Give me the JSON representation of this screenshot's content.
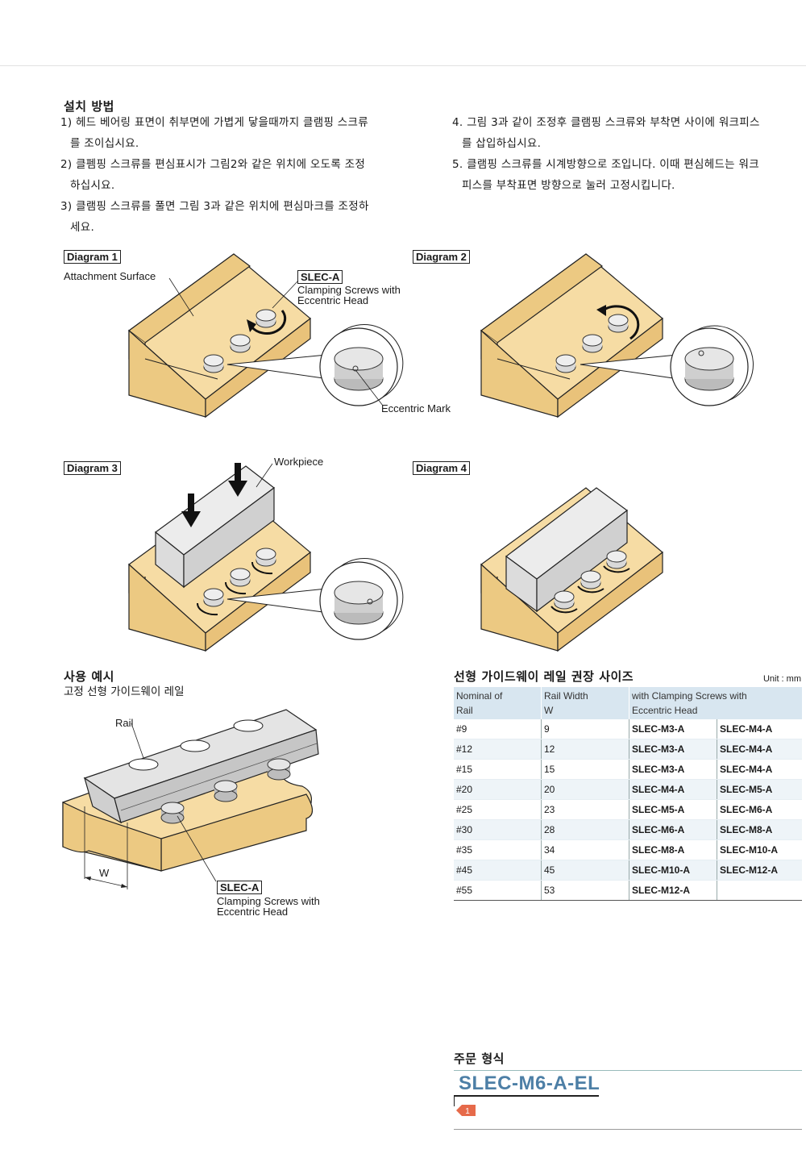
{
  "install": {
    "title": "설치 방법",
    "steps": [
      {
        "num": "1)",
        "line1": "헤드 베어링 표면이 취부면에 가볍게 닿을때까지 클램핑 스크류",
        "line2": "를 조이십시요."
      },
      {
        "num": "2)",
        "line1": "클펨핑 스크류를 편심표시가 그림2와 같은 위치에 오도록 조정",
        "line2": "하십시요."
      },
      {
        "num": "3)",
        "line1": "클램핑 스크류를 풀면 그림 3과 같은 위치에 편심마크를 조정하",
        "line2": "세요."
      },
      {
        "num": "4.",
        "line1": "그림 3과 같이 조정후 클램핑 스크류와 부착면 사이에 워크피스",
        "line2": "를 삽입하십시요."
      },
      {
        "num": "5.",
        "line1": "클램핑 스크류를 시계방향으로 조입니다. 이때 편심헤드는 워크",
        "line2": "피스를 부착표면 방향으로 눌러 고정시킵니다."
      }
    ]
  },
  "diagrams": {
    "d1": {
      "label": "Diagram 1",
      "attachment": "Attachment  Surface",
      "code": "SLEC-A",
      "desc1": "Clamping Screws with",
      "desc2": "Eccentric Head",
      "mark": "Eccentric Mark"
    },
    "d2": {
      "label": "Diagram 2"
    },
    "d3": {
      "label": "Diagram 3",
      "workpiece": "Workpiece"
    },
    "d4": {
      "label": "Diagram 4"
    }
  },
  "example": {
    "title": "사용 예시",
    "subtitle": "고정 선형 가이드웨이 레일",
    "rail": "Rail",
    "w": "W",
    "code": "SLEC-A",
    "desc1": "Clamping Screws with",
    "desc2": "Eccentric Head"
  },
  "sizes": {
    "title": "선형 가이드웨이 레일 권장 사이즈",
    "unit": "Unit : mm",
    "headers": {
      "h1a": "Nominal of",
      "h1b": "Rail",
      "h2a": "Rail Width",
      "h2b": "W",
      "h3a": "with Clamping Screws with",
      "h3b": "Eccentric Head"
    },
    "rows": [
      {
        "rail": "#9",
        "w": " 9",
        "a": "SLEC-M3-A",
        "b": "SLEC-M4-A"
      },
      {
        "rail": "#12",
        "w": "12",
        "a": "SLEC-M3-A",
        "b": "SLEC-M4-A"
      },
      {
        "rail": "#15",
        "w": "15",
        "a": "SLEC-M3-A",
        "b": "SLEC-M4-A"
      },
      {
        "rail": "#20",
        "w": "20",
        "a": "SLEC-M4-A",
        "b": "SLEC-M5-A"
      },
      {
        "rail": "#25",
        "w": "23",
        "a": "SLEC-M5-A",
        "b": "SLEC-M6-A"
      },
      {
        "rail": "#30",
        "w": "28",
        "a": "SLEC-M6-A",
        "b": "SLEC-M8-A"
      },
      {
        "rail": "#35",
        "w": "34",
        "a": "SLEC-M8-A",
        "b": "SLEC-M10-A"
      },
      {
        "rail": "#45",
        "w": "45",
        "a": "SLEC-M10-A",
        "b": "SLEC-M12-A"
      },
      {
        "rail": "#55",
        "w": "53",
        "a": "SLEC-M12-A",
        "b": ""
      }
    ]
  },
  "order": {
    "title": "주문 형식",
    "code": "SLEC-M6-A-EL",
    "tag": "1"
  },
  "colors": {
    "wood": "#f6dca4",
    "wood_side": "#ecc982",
    "steel": "#d9d9d9",
    "accent": "#4d7fa6",
    "tag": "#e66a4a",
    "header_bg": "#d8e6f0"
  }
}
